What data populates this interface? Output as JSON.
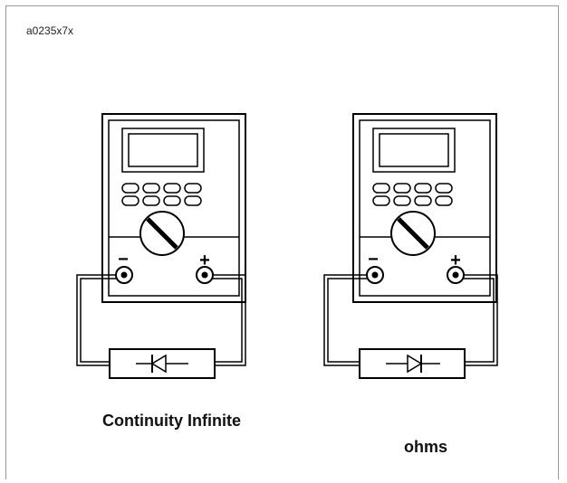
{
  "figure_id": "a0235x7x",
  "diagrams": [
    {
      "name": "left",
      "caption": "Continuity Infinite",
      "negative_label": "−",
      "positive_label": "+",
      "diode_direction": "left"
    },
    {
      "name": "right",
      "caption": "ohms",
      "negative_label": "−",
      "positive_label": "+",
      "diode_direction": "right"
    }
  ]
}
